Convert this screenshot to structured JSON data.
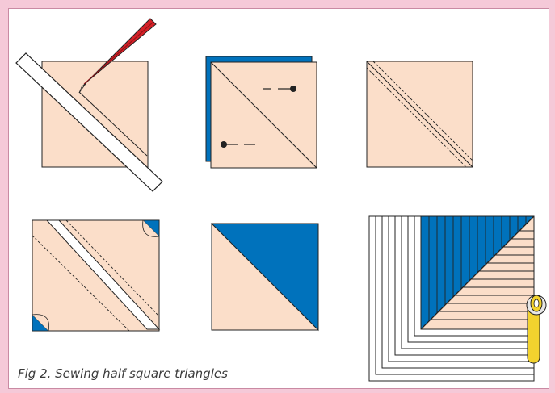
{
  "caption": "Fig 2. Sewing half square triangles",
  "colors": {
    "page_border": "#f5c9d8",
    "fabric_light": "#fbdec9",
    "fabric_dark": "#0072bc",
    "outline": "#222222",
    "pencil": "#d42027",
    "cutter_handle": "#f2d22e"
  },
  "steps": [
    {
      "id": 1,
      "icons": [
        "square-icon",
        "ruler-icon",
        "pencil-icon"
      ]
    },
    {
      "id": 2,
      "icons": [
        "square-icon",
        "backing-square-icon",
        "pin-icon",
        "pin-icon"
      ]
    },
    {
      "id": 3,
      "icons": [
        "square-icon",
        "seam-lines-icon"
      ]
    },
    {
      "id": 4,
      "icons": [
        "square-icon",
        "ruler-icon",
        "seam-lines-icon",
        "triangle-corner-icon"
      ]
    },
    {
      "id": 5,
      "icons": [
        "half-square-triangle-icon"
      ]
    },
    {
      "id": 6,
      "icons": [
        "stacked-squares-icon",
        "rotary-cutter-icon"
      ]
    }
  ]
}
